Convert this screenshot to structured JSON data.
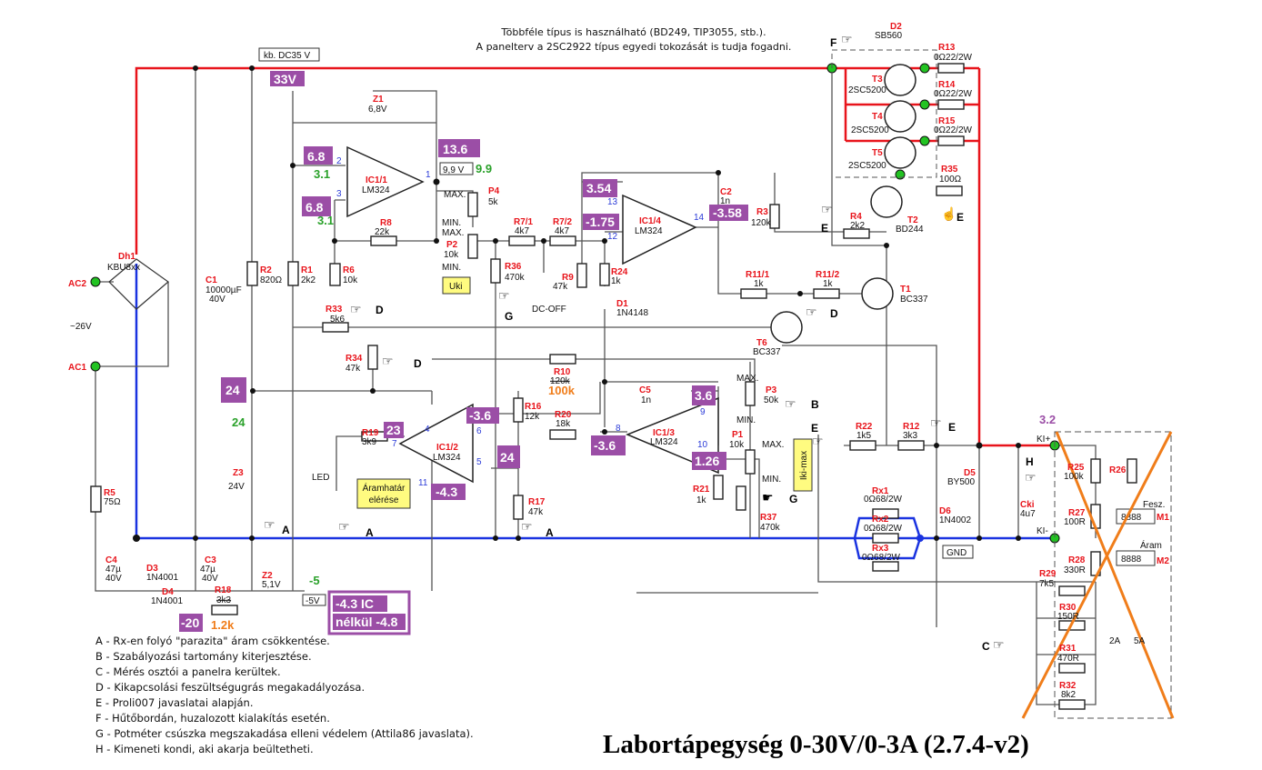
{
  "top_note": [
    "Többféle típus is használható (BD249, TIP3055, stb.).",
    "A panelterv a 2SC2922 típus egyedi tokozását is tudja fogadni."
  ],
  "title": "Labortápegység 0-30V/0-3A (2.7.4-v2)",
  "legend": [
    "A - Rx-en folyó \"parazita\" áram csökkentése.",
    "B - Szabályozási tartomány kiterjesztése.",
    "C - Mérés osztói a panelra kerültek.",
    "D - Kikapcsolási feszültségugrás megakadályozása.",
    "E - Proli007 javaslatai alapján.",
    "F - Hűtőbordán, huzalozott kialakítás esetén.",
    "G - Potméter csúszka megszakadása elleni védelem (Attila86 javaslata).",
    "H - Kimeneti kondi, aki akarja beültetheti."
  ],
  "labels": {
    "ac2": "AC2",
    "ac1": "AC1",
    "ac_voltage": "~26V",
    "dc_note": "kb. DC35 V",
    "max": "MAX.",
    "min": "MIN.",
    "uki": "Uki",
    "iki_max": "Iki-max",
    "dc_off": "DC-OFF",
    "led": "LED",
    "aramhatar": [
      "Áramhatár",
      "elérése"
    ],
    "gnd": "GND",
    "minus5v": "-5V",
    "v99": "9,9 V",
    "ki_plus": "KI+",
    "ki_minus": "KI-",
    "fesz": "Fesz.",
    "aram": "Áram",
    "m1": "M1",
    "m2": "M2",
    "sw_2a": "2A",
    "sw_5a": "5A",
    "meter_display": "8888",
    "ic_nelkul": [
      "-4.3 IC",
      "nélkül -4.8"
    ]
  },
  "parts": {
    "Dh1": [
      "Dh1",
      "KBU8xx"
    ],
    "C1": [
      "C1",
      "10000µF",
      "40V"
    ],
    "R2": [
      "R2",
      "820Ω"
    ],
    "R1": [
      "R1",
      "2k2"
    ],
    "R6": [
      "R6",
      "10k"
    ],
    "R8": [
      "R8",
      "22k"
    ],
    "Z1": [
      "Z1",
      "6,8V"
    ],
    "IC1_1": [
      "IC1/1",
      "LM324"
    ],
    "P4": [
      "P4",
      "5k"
    ],
    "P2": [
      "P2",
      "10k"
    ],
    "R36": [
      "R36",
      "470k"
    ],
    "R7_1": [
      "R7/1",
      "4k7"
    ],
    "R7_2": [
      "R7/2",
      "4k7"
    ],
    "R9": [
      "R9",
      "47k"
    ],
    "R24": [
      "R24",
      "1k"
    ],
    "D1": [
      "D1",
      "1N4148"
    ],
    "IC1_4": [
      "IC1/4",
      "LM324"
    ],
    "C2": [
      "C2",
      "1n"
    ],
    "R3": [
      "R3",
      "120k"
    ],
    "R11_1": [
      "R11/1",
      "1k"
    ],
    "R11_2": [
      "R11/2",
      "1k"
    ],
    "T1": [
      "T1",
      "BC337"
    ],
    "T6": [
      "T6",
      "BC337"
    ],
    "T2": [
      "T2",
      "BD244"
    ],
    "R4": [
      "R4",
      "2k2"
    ],
    "R35": [
      "R35",
      "100Ω"
    ],
    "R13": [
      "R13",
      "0Ω22/2W"
    ],
    "R14": [
      "R14",
      "0Ω22/2W"
    ],
    "R15": [
      "R15",
      "0Ω22/2W"
    ],
    "T3": [
      "T3",
      "2SC5200"
    ],
    "T4": [
      "T4",
      "2SC5200"
    ],
    "T5": [
      "T5",
      "2SC5200"
    ],
    "D2": [
      "D2",
      "SB560"
    ],
    "R33": [
      "R33",
      "5k6"
    ],
    "R34": [
      "R34",
      "47k"
    ],
    "R10": [
      "R10",
      "120k",
      "100k"
    ],
    "C5": [
      "C5",
      "1n"
    ],
    "P3": [
      "P3",
      "50k"
    ],
    "R16": [
      "R16",
      "12k"
    ],
    "R20": [
      "R20",
      "18k"
    ],
    "IC1_2": [
      "IC1/2",
      "LM324"
    ],
    "R19": [
      "R19",
      "3k9"
    ],
    "R17": [
      "R17",
      "47k"
    ],
    "IC1_3": [
      "IC1/3",
      "LM324"
    ],
    "P1": [
      "P1",
      "10k"
    ],
    "R21": [
      "R21",
      "1k"
    ],
    "R37": [
      "R37",
      "470k"
    ],
    "R22": [
      "R22",
      "1k5"
    ],
    "R12": [
      "R12",
      "3k3"
    ],
    "D5": [
      "D5",
      "BY500"
    ],
    "D6": [
      "D6",
      "1N4002"
    ],
    "Cki": [
      "Cki",
      "4u7"
    ],
    "Rx1": [
      "Rx1",
      "0Ω68/2W"
    ],
    "Rx2": [
      "Rx2",
      "0Ω68/2W"
    ],
    "Rx3": [
      "Rx3",
      "0Ω68/2W"
    ],
    "R25": [
      "R25",
      "100k"
    ],
    "R26": [
      "R26"
    ],
    "R27": [
      "R27",
      "100R"
    ],
    "R28": [
      "R28",
      "330R"
    ],
    "R29": [
      "R29",
      "7k5"
    ],
    "R30": [
      "R30",
      "150R"
    ],
    "R31": [
      "R31",
      "470R"
    ],
    "R32": [
      "R32",
      "8k2"
    ],
    "R5": [
      "R5",
      "75Ω"
    ],
    "C4": [
      "C4",
      "47µ",
      "40V"
    ],
    "D3": [
      "D3",
      "1N4001"
    ],
    "C3": [
      "C3",
      "47µ",
      "40V"
    ],
    "D4": [
      "D4",
      "1N4001"
    ],
    "R18": [
      "R18",
      "3k3",
      "1.2k"
    ],
    "Z2": [
      "Z2",
      "5,1V"
    ],
    "Z3": [
      "Z3",
      "24V"
    ]
  },
  "measurements": [
    "33V",
    "6.8",
    "6.8",
    "13.6",
    "3.54",
    "-1.75",
    "-3.58",
    "24",
    "23",
    "-3.6",
    "-4.3",
    "24",
    "-3.6",
    "3.6",
    "1.26",
    "-20"
  ],
  "green_values": [
    "3.1",
    "3.1",
    "9.9",
    "24",
    "-5"
  ],
  "purple_text": "3.2",
  "pins": [
    "2",
    "3",
    "1",
    "13",
    "12",
    "14",
    "4",
    "7",
    "6",
    "5",
    "11",
    "8",
    "9",
    "10"
  ],
  "markers": [
    "A",
    "A",
    "A",
    "A",
    "B",
    "C",
    "D",
    "D",
    "D",
    "D",
    "E",
    "E",
    "E",
    "E",
    "E",
    "F",
    "G",
    "G",
    "H"
  ],
  "colors": {
    "positive_rail": "#e8141b",
    "ground_rail": "#1a33e0",
    "measurement_box": "#9b4ea6",
    "crossed_out": "#f07d1a",
    "terminal": "#22c322",
    "note_box": "#fffb80"
  }
}
